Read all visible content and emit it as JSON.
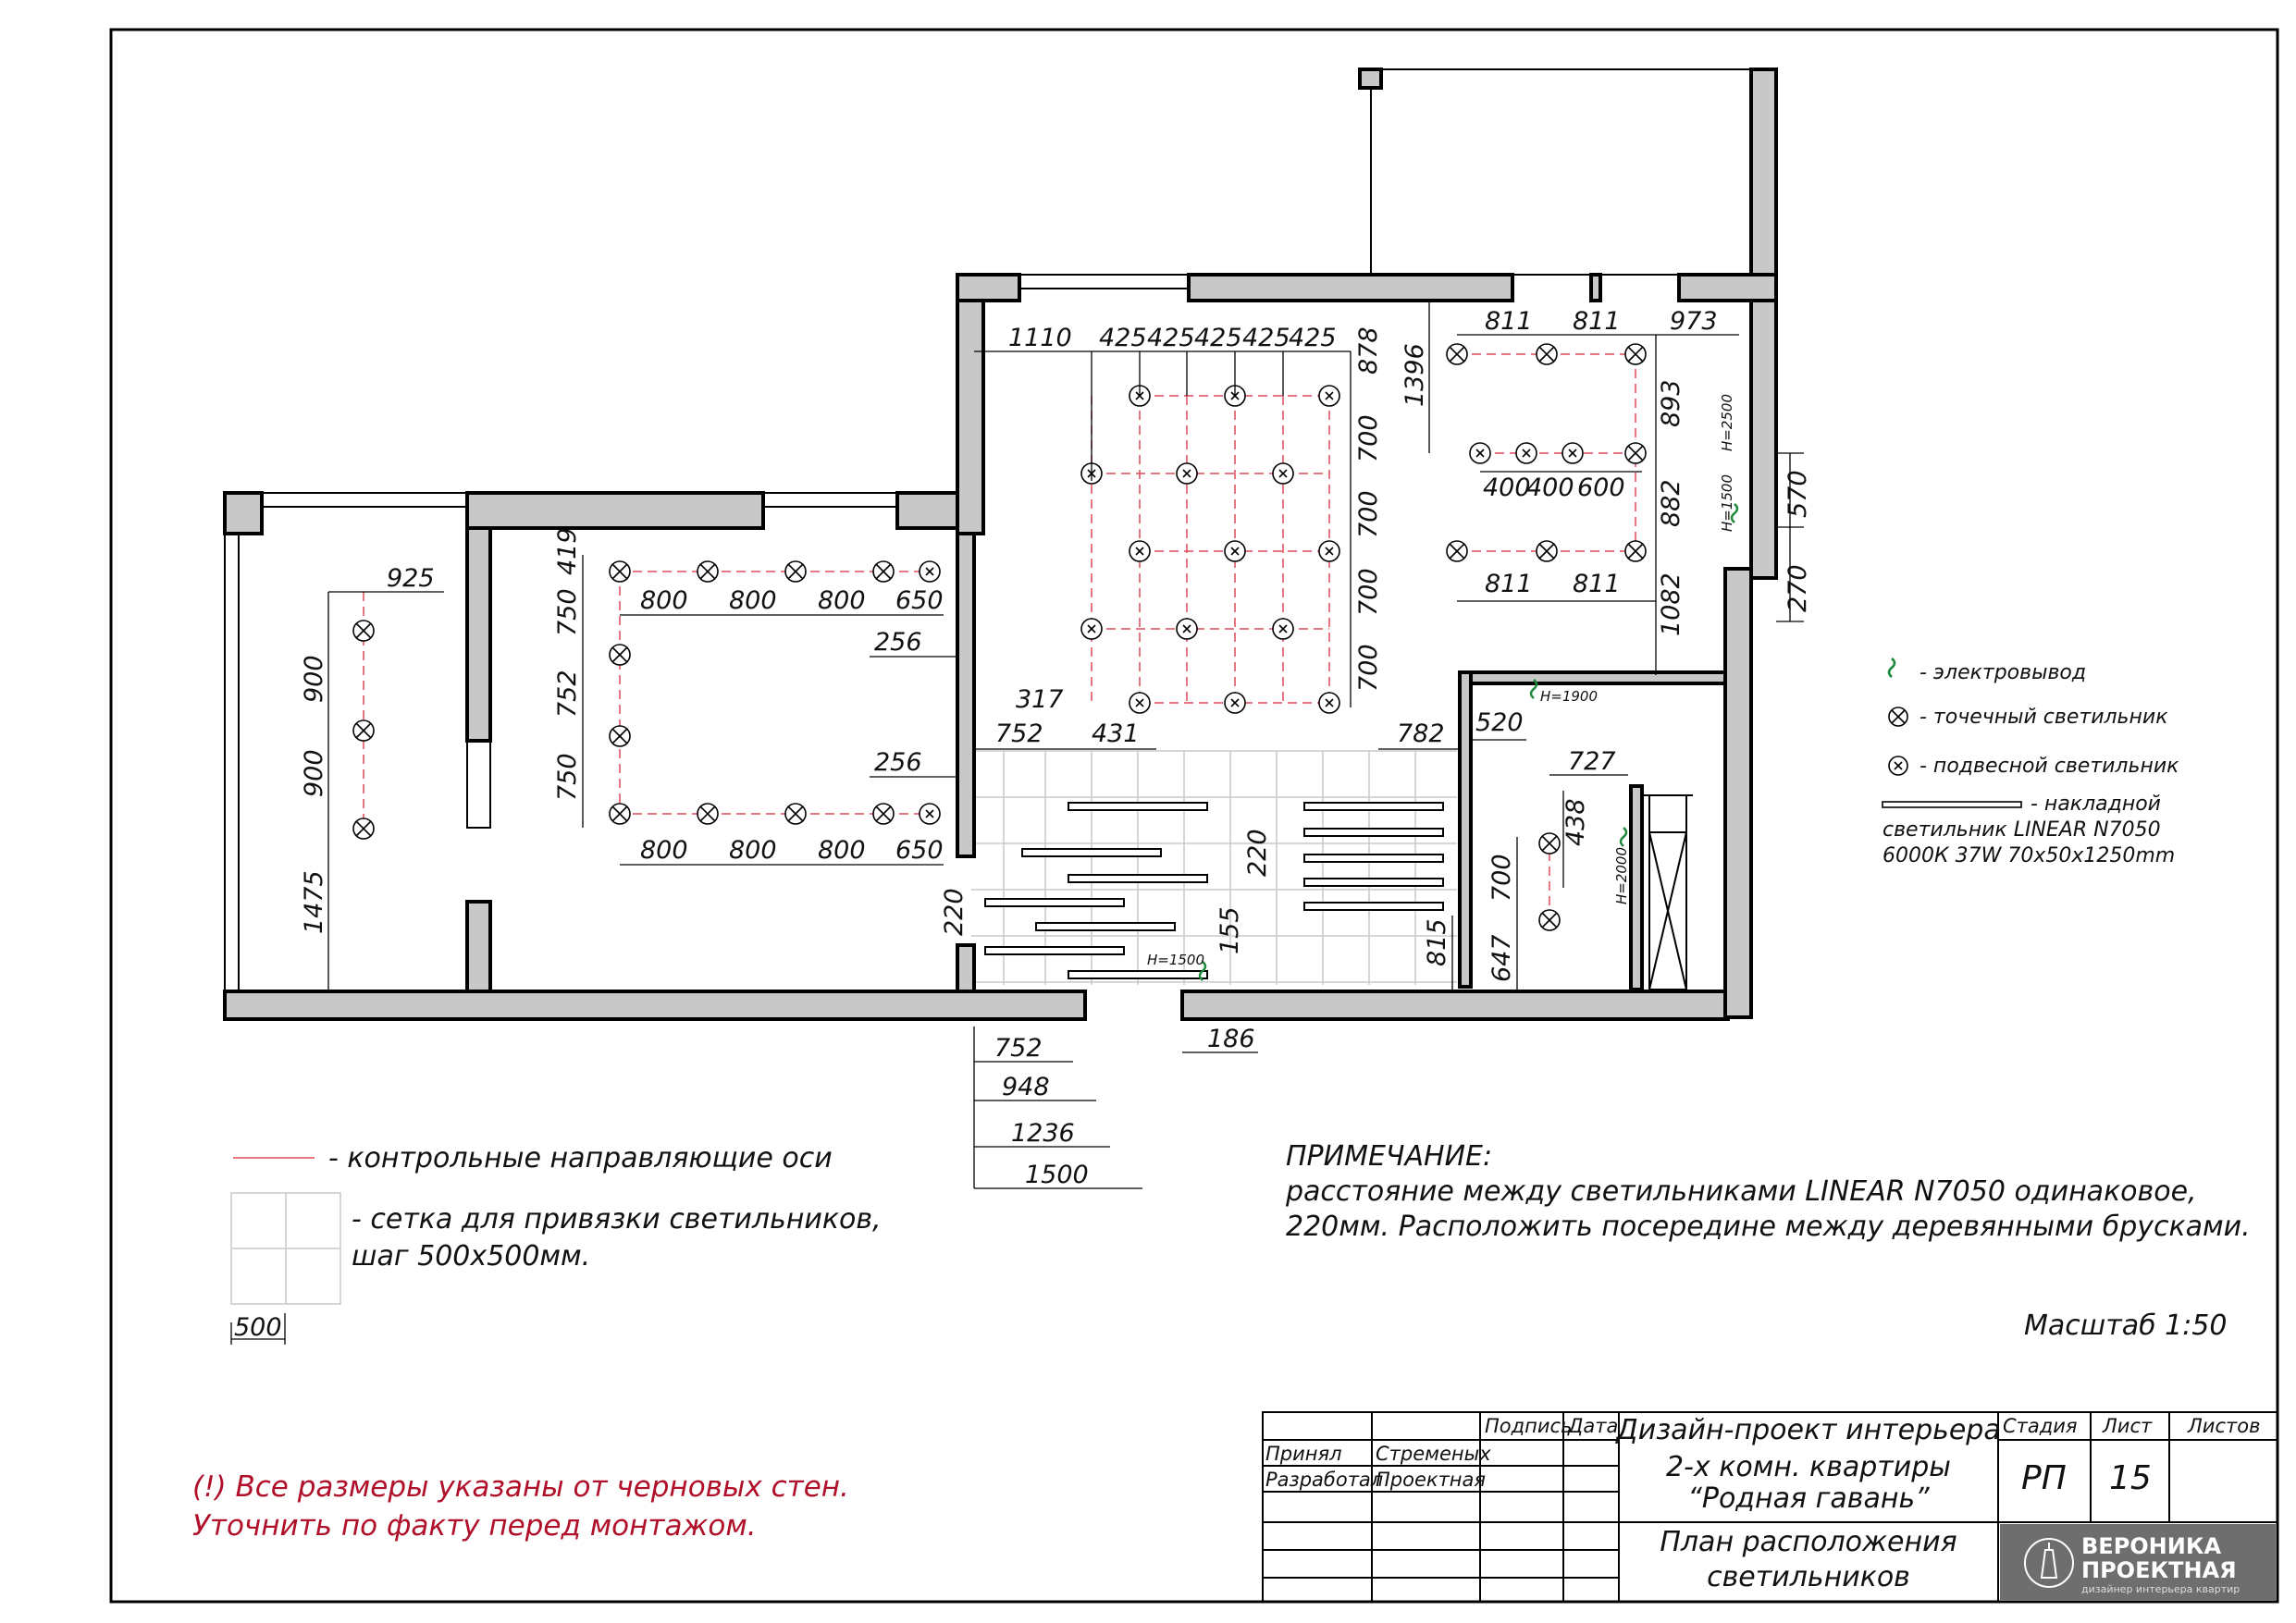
{
  "drawing": {
    "dims_top_left_room": [
      "1110",
      "425",
      "425",
      "425",
      "425",
      "425"
    ],
    "dims_living_vertical": [
      "878",
      "700",
      "700",
      "700",
      "700"
    ],
    "dims_right_room_top": [
      "811",
      "811",
      "973"
    ],
    "dims_right_room_mid": [
      "400",
      "400",
      "600"
    ],
    "dims_right_room_bottom": [
      "811",
      "811"
    ],
    "dims_right_room_vertical": [
      "1396",
      "893",
      "882",
      "1082"
    ],
    "dims_outer_right": [
      "570",
      "270"
    ],
    "dims_left_room_vertical": [
      "900",
      "900",
      "1475"
    ],
    "dim_left_room_top": "925",
    "dims_mid_room_row1": [
      "800",
      "800",
      "800",
      "650"
    ],
    "dims_mid_room_row2": [
      "800",
      "800",
      "800",
      "650"
    ],
    "dims_mid_room_vertical": [
      "419",
      "750",
      "752",
      "750"
    ],
    "dims_mid_room_side": [
      "256",
      "256"
    ],
    "dims_corridor": [
      "317",
      "752",
      "431",
      "782"
    ],
    "dims_corridor_small": [
      "220",
      "220",
      "155"
    ],
    "dims_bottom_stack": [
      "752",
      "948",
      "1236",
      "1500"
    ],
    "dim_bottom_right": "186",
    "dims_bath": [
      "520",
      "727",
      "438",
      "700",
      "647",
      "815"
    ],
    "heights": [
      "H=2500",
      "H=1500",
      "H=1900",
      "H=2000",
      "H=1500"
    ]
  },
  "legend_right": {
    "outlet": "- электровывод",
    "spot": "- точечный светильник",
    "pendant": "- подвесной светильник",
    "linear_1": "- накладной",
    "linear_2": "светильник LINEAR N7050",
    "linear_3": "6000К 37W 70x50x1250mm"
  },
  "legend_left": {
    "axes": "- контрольные направляющие оси",
    "grid_1": "- сетка для привязки светильников,",
    "grid_2": "шаг 500х500мм.",
    "grid_size": "500"
  },
  "notes": {
    "heading": "ПРИМЕЧАНИЕ:",
    "line1": "расстояние между светильниками LINEAR N7050 одинаковое,",
    "line2": "220мм. Расположить посередине между деревянными брусками.",
    "scale": "Масштаб 1:50",
    "warning1": "(!) Все размеры указаны от черновых стен.",
    "warning2": "Уточнить по факту перед монтажом."
  },
  "title_block": {
    "col_sign": "Подпись",
    "col_date": "Дата",
    "row1_role": "Принял",
    "row1_name": "Стременых",
    "row2_role": "Разработал",
    "row2_name": "Проектная",
    "project_1": "Дизайн-проект интерьера",
    "project_2": "2-х комн. квартиры",
    "project_3": "“Родная гавань”",
    "stage_label": "Стадия",
    "sheet_label": "Лист",
    "sheets_label": "Листов",
    "stage": "РП",
    "sheet": "15",
    "sheet_title_1": "План расположения",
    "sheet_title_2": "светильников",
    "logo_1": "ВЕРОНИКА",
    "logo_2": "ПРОЕКТНАЯ",
    "logo_3": "дизайнер интерьера квартир"
  },
  "colors": {
    "wall": "#c8c8c8",
    "axis": "#e0485a",
    "grid": "#c9c9c9",
    "outlet": "#1f8a3c",
    "warning": "#b0102a",
    "logo_bg": "#6e6e6e"
  }
}
